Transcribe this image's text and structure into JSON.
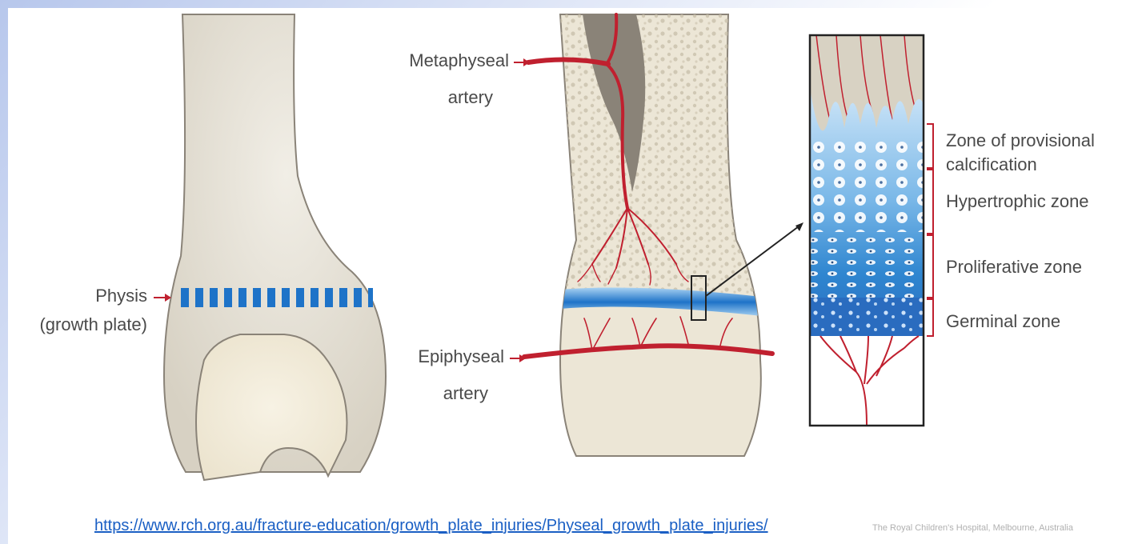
{
  "labels": {
    "physis": "Physis",
    "physis_sub": "(growth plate)",
    "metaphyseal_1": "Metaphyseal",
    "metaphyseal_2": "artery",
    "epiphyseal_1": "Epiphyseal",
    "epiphyseal_2": "artery",
    "zone_provisional_1": "Zone of provisional",
    "zone_provisional_2": "calcification",
    "zone_hypertrophic": "Hypertrophic zone",
    "zone_proliferative": "Proliferative zone",
    "zone_germinal": "Germinal zone"
  },
  "source_url": "https://www.rch.org.au/fracture-education/growth_plate_injuries/Physeal_growth_plate_injuries/",
  "credit": "The Royal Children's Hospital, Melbourne, Australia",
  "colors": {
    "bone": "#e0dbcf",
    "cancellous": "#ece6d6",
    "artery": "#c0202f",
    "physis_blue": "#1e73c8",
    "medulla": "#8a8378"
  }
}
